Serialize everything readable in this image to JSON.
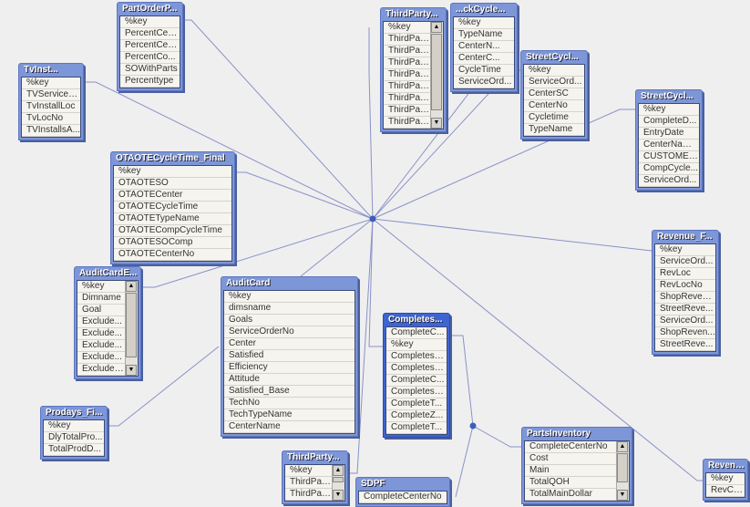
{
  "tables": [
    {
      "title": "TvInst...",
      "fields": [
        "%key",
        "TVServiceO...",
        "TvInstallLoc",
        "TvLocNo",
        "TVInstallsA..."
      ]
    },
    {
      "title": "PartOrderP...",
      "fields": [
        "%key",
        "PercentCen...",
        "PercentCen...",
        "PercentCo...",
        "SOWithParts",
        "Percenttype"
      ]
    },
    {
      "title": "...ckCycle...",
      "fields": [
        "%key",
        "TypeName",
        "CenterN...",
        "CenterC...",
        "CycleTime",
        "ServiceOrd..."
      ]
    },
    {
      "title": "ThirdParty...",
      "fields": [
        "%key",
        "ThirdPar...",
        "ThirdPar...",
        "ThirdPar...",
        "ThirdPar...",
        "ThirdPar...",
        "ThirdPar...",
        "ThirdPar...",
        "ThirdPar..."
      ]
    },
    {
      "title": "StreetCycl...",
      "fields": [
        "%key",
        "ServiceOrd...",
        "CenterSC",
        "CenterNo",
        "Cycletime",
        "TypeName"
      ]
    },
    {
      "title": "StreetCycl...",
      "fields": [
        "%key",
        "CompleteD...",
        "EntryDate",
        "CenterNames",
        "CUSTOMER...",
        "CompCycle...",
        "ServiceOrd..."
      ]
    },
    {
      "title": "OTAOTECycleTime_Final",
      "fields": [
        "%key",
        "OTAOTESO",
        "OTAOTECenter",
        "OTAOTECycleTime",
        "OTAOTETypeName",
        "OTAOTECompCycleTime",
        "OTAOTESOComp",
        "OTAOTECenterNo"
      ]
    },
    {
      "title": "AuditCardE...",
      "fields": [
        "%key",
        "Dimname",
        "Goal",
        "Exclude...",
        "Exclude...",
        "Exclude...",
        "Exclude...",
        "ExcludeSO"
      ]
    },
    {
      "title": "AuditCard",
      "fields": [
        "%key",
        "dimsname",
        "Goals",
        "ServiceOrderNo",
        "Center",
        "Satisfied",
        "Efficiency",
        "Attitude",
        "Satisfied_Base",
        "TechNo",
        "TechTypeName",
        "CenterName"
      ]
    },
    {
      "title": "Completes...",
      "fields": [
        "CompleteC...",
        "%key",
        "CompletesS...",
        "CompletesC...",
        "CompleteC...",
        "CompletesT...",
        "CompleteT...",
        "CompleteZ...",
        "CompleteT..."
      ]
    },
    {
      "title": "Revenue_F...",
      "fields": [
        "%key",
        "ServiceOrd...",
        "RevLoc",
        "RevLocNo",
        "ShopRevenue",
        "StreetReve...",
        "ServiceOrd...",
        "ShopReven...",
        "StreetReve..."
      ]
    },
    {
      "title": "Prodays_Fi...",
      "fields": [
        "%key",
        "DlyTotalPro...",
        "TotalProdD..."
      ]
    },
    {
      "title": "PartsInventory",
      "fields": [
        "CompleteCenterNo",
        "Cost",
        "Main",
        "TotalQOH",
        "TotalMainDollar"
      ]
    },
    {
      "title": "Revenue...",
      "fields": [
        "%key",
        "RevComp..."
      ]
    },
    {
      "title": "ThirdParty...",
      "fields": [
        "%key",
        "ThirdPar...",
        "ThirdPar..."
      ]
    },
    {
      "title": "SDPF",
      "fields": [
        "CompleteCenterNo"
      ]
    }
  ],
  "colors": {
    "title_bar": "#7d96d8",
    "selected_title_bar": "#3e64d0",
    "link_line": "#8a92c8"
  }
}
